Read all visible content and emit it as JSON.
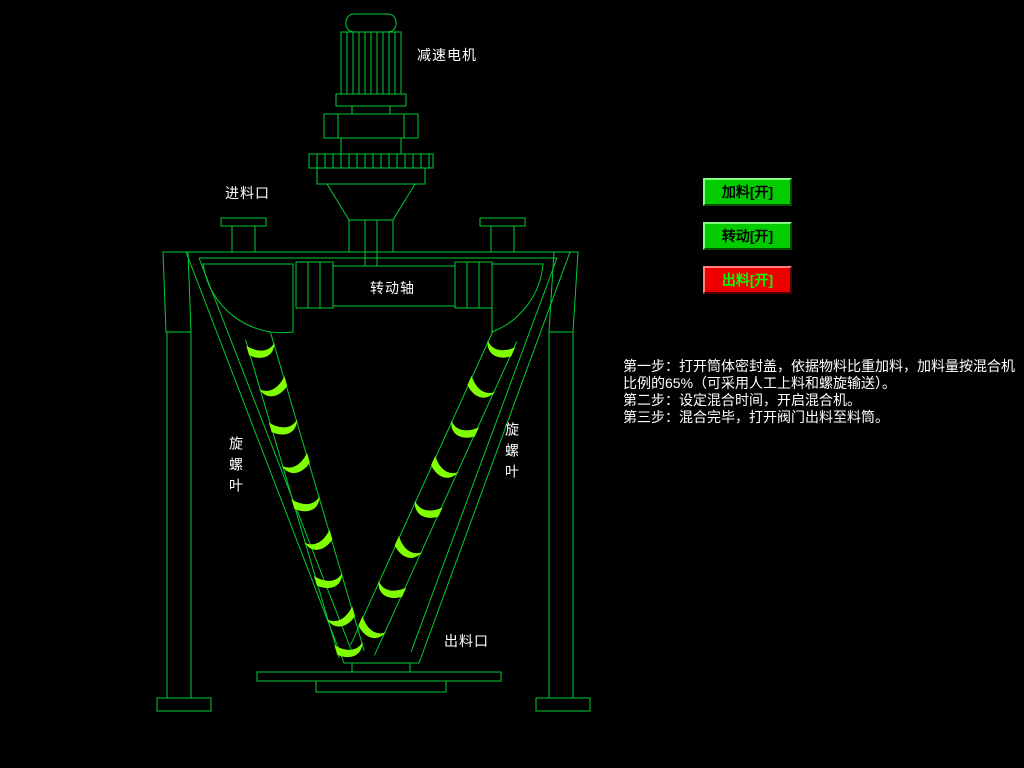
{
  "window": {
    "background": "#000000"
  },
  "diagram": {
    "title": "double-screw-conical-mixer",
    "colors": {
      "line": "#00cc33",
      "screw_blade": "#80ff00",
      "label_text": "#ffffff"
    },
    "labels": {
      "motor": "减速电机",
      "inlet": "进料口",
      "shaft": "转动轴",
      "screw_left": "旋螺叶",
      "screw_right": "旋螺叶",
      "outlet": "出料口"
    }
  },
  "controls": {
    "buttons": [
      {
        "id": "feed",
        "label": "加料[开]",
        "state_color": "#00cc00"
      },
      {
        "id": "rotate",
        "label": "转动[开]",
        "state_color": "#00cc00"
      },
      {
        "id": "discharge",
        "label": "出料[开]",
        "state_color": "#ee0000"
      }
    ]
  },
  "instructions": {
    "lines": [
      "第一步：打开筒体密封盖，依据物料比重加料，加料量按混合机",
      "比例的65%（可采用人工上料和螺旋输送）。",
      "第二步：设定混合时间，开启混合机。",
      "第三步：混合完毕，打开阀门出料至料筒。"
    ]
  }
}
